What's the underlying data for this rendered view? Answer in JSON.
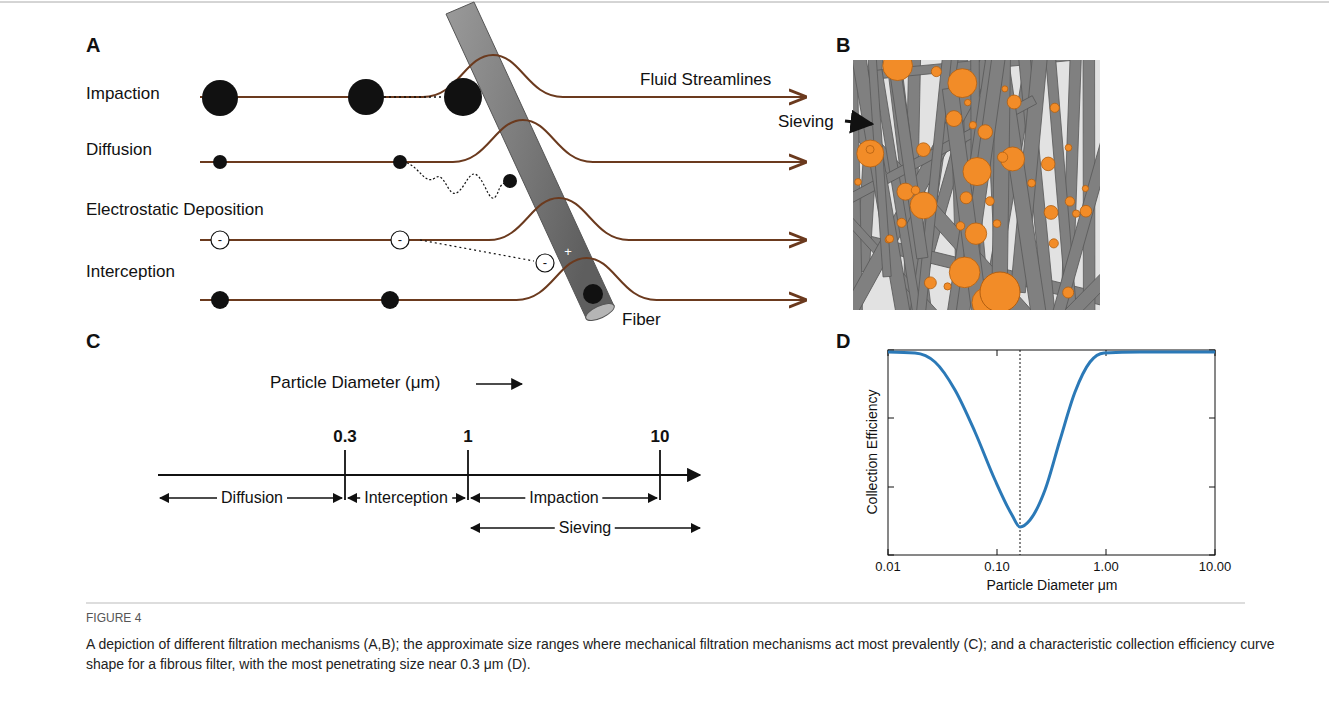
{
  "diagram": {
    "caption": "A depiction of different filtration mechanisms (A,B); the approximate size ranges where mechanical filtration mechanisms act most prevalently (C); and a characteristic collection efficiency curve shape for a fibrous filter, with the most penetrating size near 0.3 μm (D).",
    "labels": [
      "A",
      "Impaction",
      "Fluid Streamlines",
      "Diffusion",
      "Electrostatic Deposition",
      "Interception",
      "-",
      "-",
      "-",
      "+",
      "Fiber",
      "B",
      "Sieving",
      "C",
      "Particle Diameter (μm)",
      "0.3",
      "1",
      "10",
      "Diffusion",
      "Interception",
      "Impaction",
      "Sieving",
      "D",
      "Collection Efficiency",
      "0.01",
      "0.10",
      "1.00",
      "10.00",
      "Particle Diameter μm",
      "FIGURE 4"
    ]
  }
}
